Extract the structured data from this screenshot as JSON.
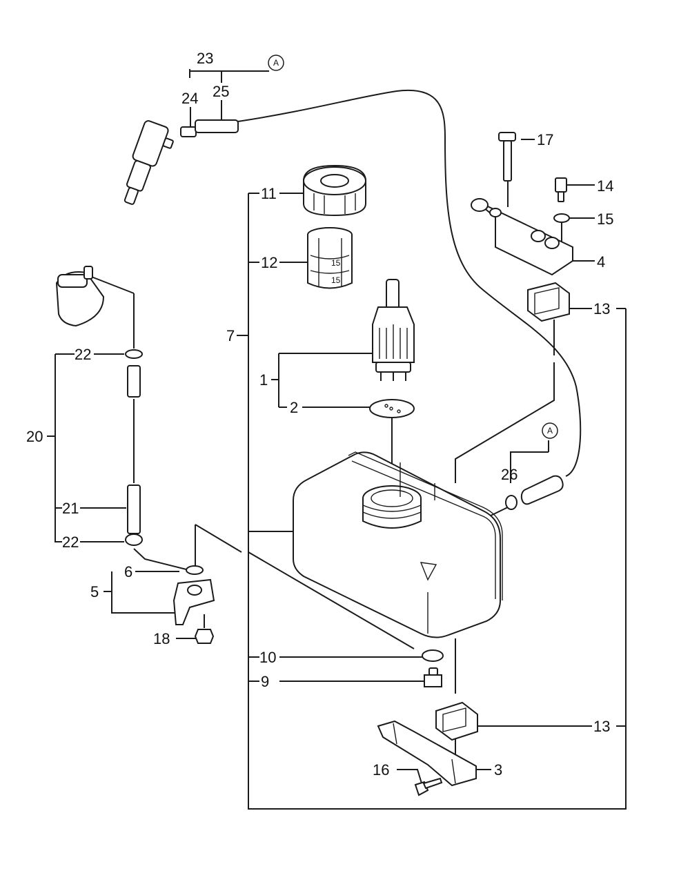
{
  "callouts": {
    "c1": "1",
    "c2": "2",
    "c3": "3",
    "c4": "4",
    "c5": "5",
    "c6": "6",
    "c7": "7",
    "c9": "9",
    "c10": "10",
    "c11": "11",
    "c12": "12",
    "c13a": "13",
    "c13b": "13",
    "c14": "14",
    "c15": "15",
    "c16": "16",
    "c17": "17",
    "c18": "18",
    "c20": "20",
    "c21": "21",
    "c22a": "22",
    "c22b": "22",
    "c23": "23",
    "c24": "24",
    "c25": "25",
    "c26": "26"
  },
  "refs": {
    "a1": "A",
    "a2": "A"
  },
  "strainer_marks": {
    "m1": "15",
    "m2": "15"
  }
}
